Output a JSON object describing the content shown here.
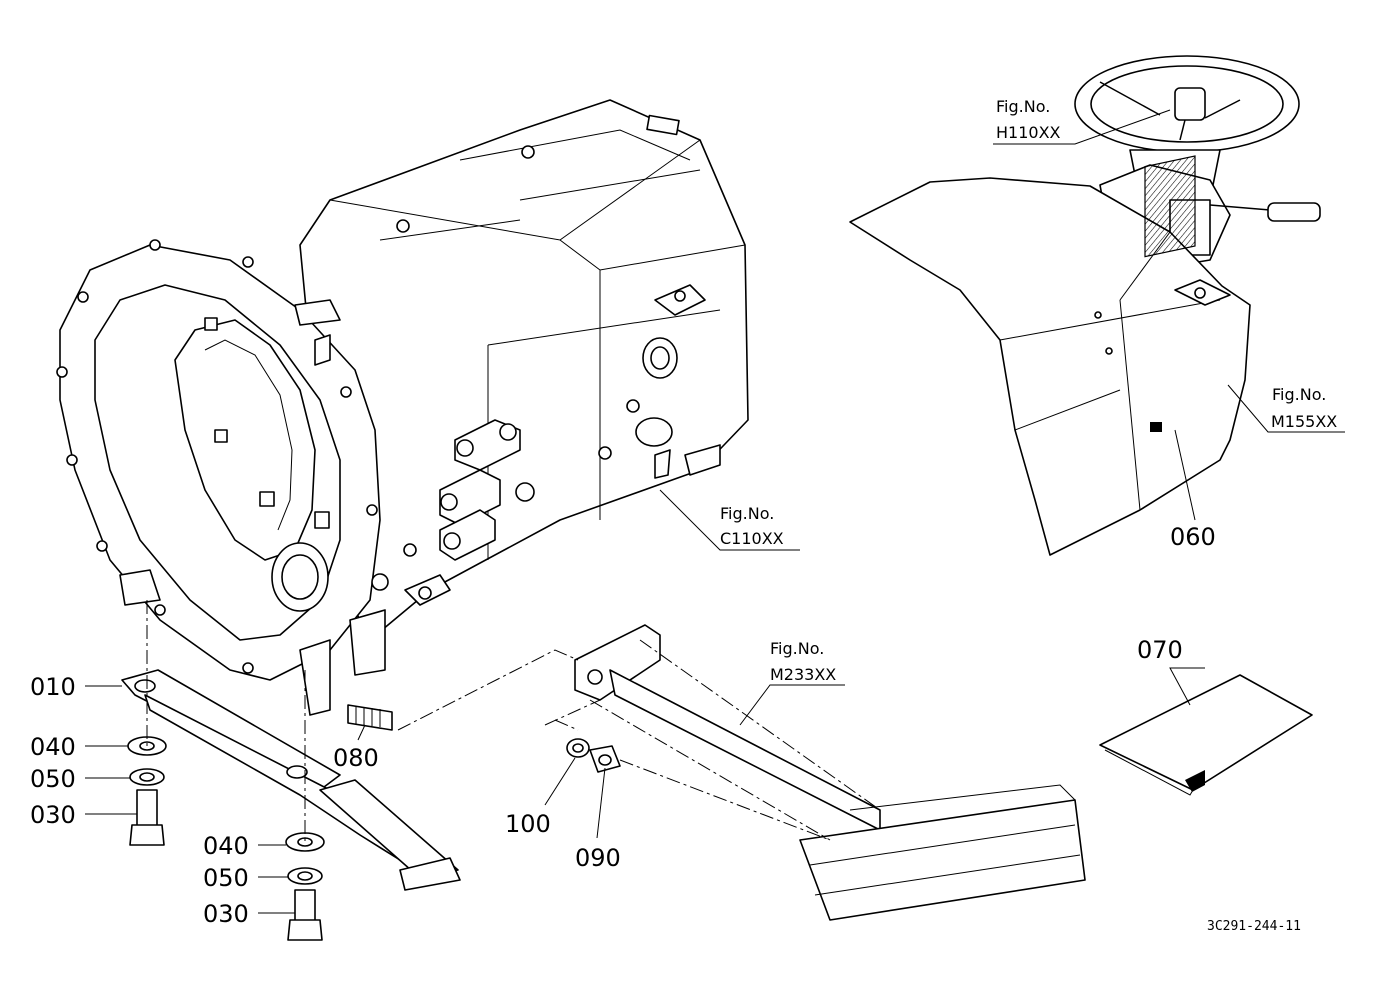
{
  "figure_refs": [
    {
      "id": "fig-h110",
      "caption": "Fig.No.",
      "code": "H110XX"
    },
    {
      "id": "fig-m155",
      "caption": "Fig.No.",
      "code": "M155XX"
    },
    {
      "id": "fig-c110",
      "caption": "Fig.No.",
      "code": "C110XX"
    },
    {
      "id": "fig-m233",
      "caption": "Fig.No.",
      "code": "M233XX"
    }
  ],
  "part_numbers": {
    "p010": "010",
    "p040a": "040",
    "p050a": "050",
    "p030a": "030",
    "p080": "080",
    "p100": "100",
    "p090": "090",
    "p040b": "040",
    "p050b": "050",
    "p030b": "030",
    "p060": "060",
    "p070": "070"
  },
  "drawing_code": "3C291-244-11"
}
